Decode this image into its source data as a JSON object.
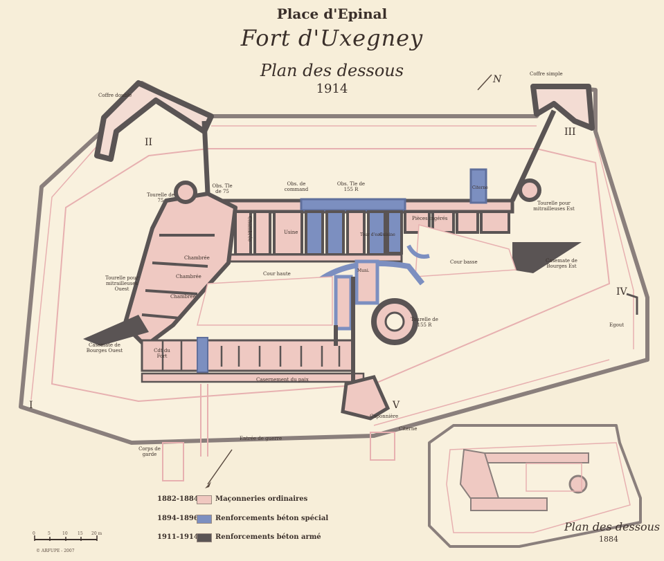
{
  "title": {
    "place": "Place d'Epinal",
    "fort": "Fort d'Uxegney",
    "subtitle": "Plan des dessous",
    "year": "1914"
  },
  "north": "N",
  "labels": {
    "coffre_double": "Coffre double",
    "coffre_simple": "Coffre simple",
    "tourelle_75": "Tourelle de 75",
    "obs_75": "Obs. Tle de 75",
    "obs_command": "Obs. de command",
    "obs_155": "Obs. Tle de 155 R",
    "citerne_top": "Citerne",
    "tourelle_mitr_est": "Tourelle pour mitrailleuses Est",
    "casemate_est": "Casemate de Bourges Est",
    "pieces_ingres": "Pièces ingérés",
    "cour_basse": "Cour basse",
    "cour_haute": "Cour haute",
    "chambrée": "Chambrée",
    "usine": "Usine",
    "tourelle_mitr_ouest": "Tourelle pour mitrailleuses Ouest",
    "casemate_ouest": "Casemate de Bourges Ouest",
    "cdt_fort": "Cdt du Fort",
    "casernement_paix": "Casernement du paix",
    "tourelle_155": "Tourelle de 155 R",
    "caponniere": "Caponnière",
    "citerne_bottom": "Citerne",
    "entree_guerre": "Entrée de guerre",
    "corps_garde": "Corps de garde",
    "egout": "Egout",
    "munitions": "Muni.",
    "cuisine": "Cuisine",
    "tour_reservoir": "Tour d'eau"
  },
  "bastions": [
    "I",
    "II",
    "III",
    "IV",
    "V"
  ],
  "legend": [
    {
      "period": "1882-1884",
      "label": "Maçonneries ordinaires",
      "color": "#f0c8c0"
    },
    {
      "period": "1894-1896",
      "label": "Renforcements béton spécial",
      "color": "#7c8fc0"
    },
    {
      "period": "1911-1914",
      "label": "Renforcements béton armé",
      "color": "#5a5454"
    }
  ],
  "scale": {
    "ticks": [
      "0",
      "5",
      "10",
      "15",
      "20 m"
    ]
  },
  "copyright": "© ARFUPE - 2007",
  "inset": {
    "title": "Plan des dessous",
    "year": "1884"
  },
  "colors": {
    "paper": "#f7eed9",
    "masonry": "#efc9c2",
    "concrete_special": "#7c8fc0",
    "reinforced": "#5a5454",
    "outline": "#e0a8a8"
  }
}
